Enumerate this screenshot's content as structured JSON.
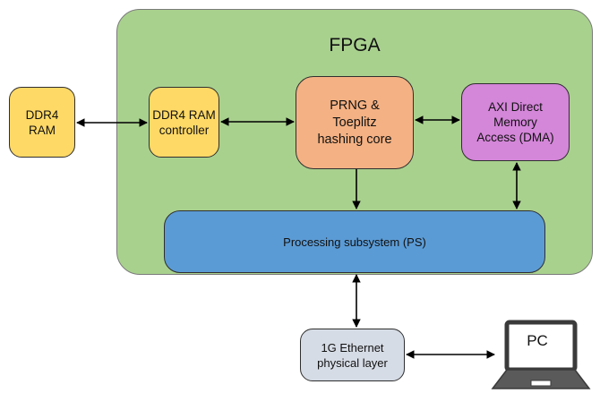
{
  "fpga": {
    "title": "FPGA"
  },
  "blocks": {
    "ddr4_ram": [
      "DDR4",
      "RAM"
    ],
    "ddr4_controller": [
      "DDR4 RAM",
      "controller"
    ],
    "prng_core": [
      "PRNG &",
      "Toeplitz",
      "hashing core"
    ],
    "axi_dma": [
      "AXI Direct",
      "Memory",
      "Access (DMA)"
    ],
    "processing_subsystem": "Processing subsystem (PS)",
    "ethernet_phy": [
      "1G Ethernet",
      "physical layer"
    ],
    "pc": "PC"
  },
  "colors": {
    "fpga": "#a9d18e",
    "ddr4": "#ffd966",
    "prng": "#f4b183",
    "dma": "#d486d9",
    "ps": "#5b9bd5",
    "ethernet": "#d6dce5"
  }
}
